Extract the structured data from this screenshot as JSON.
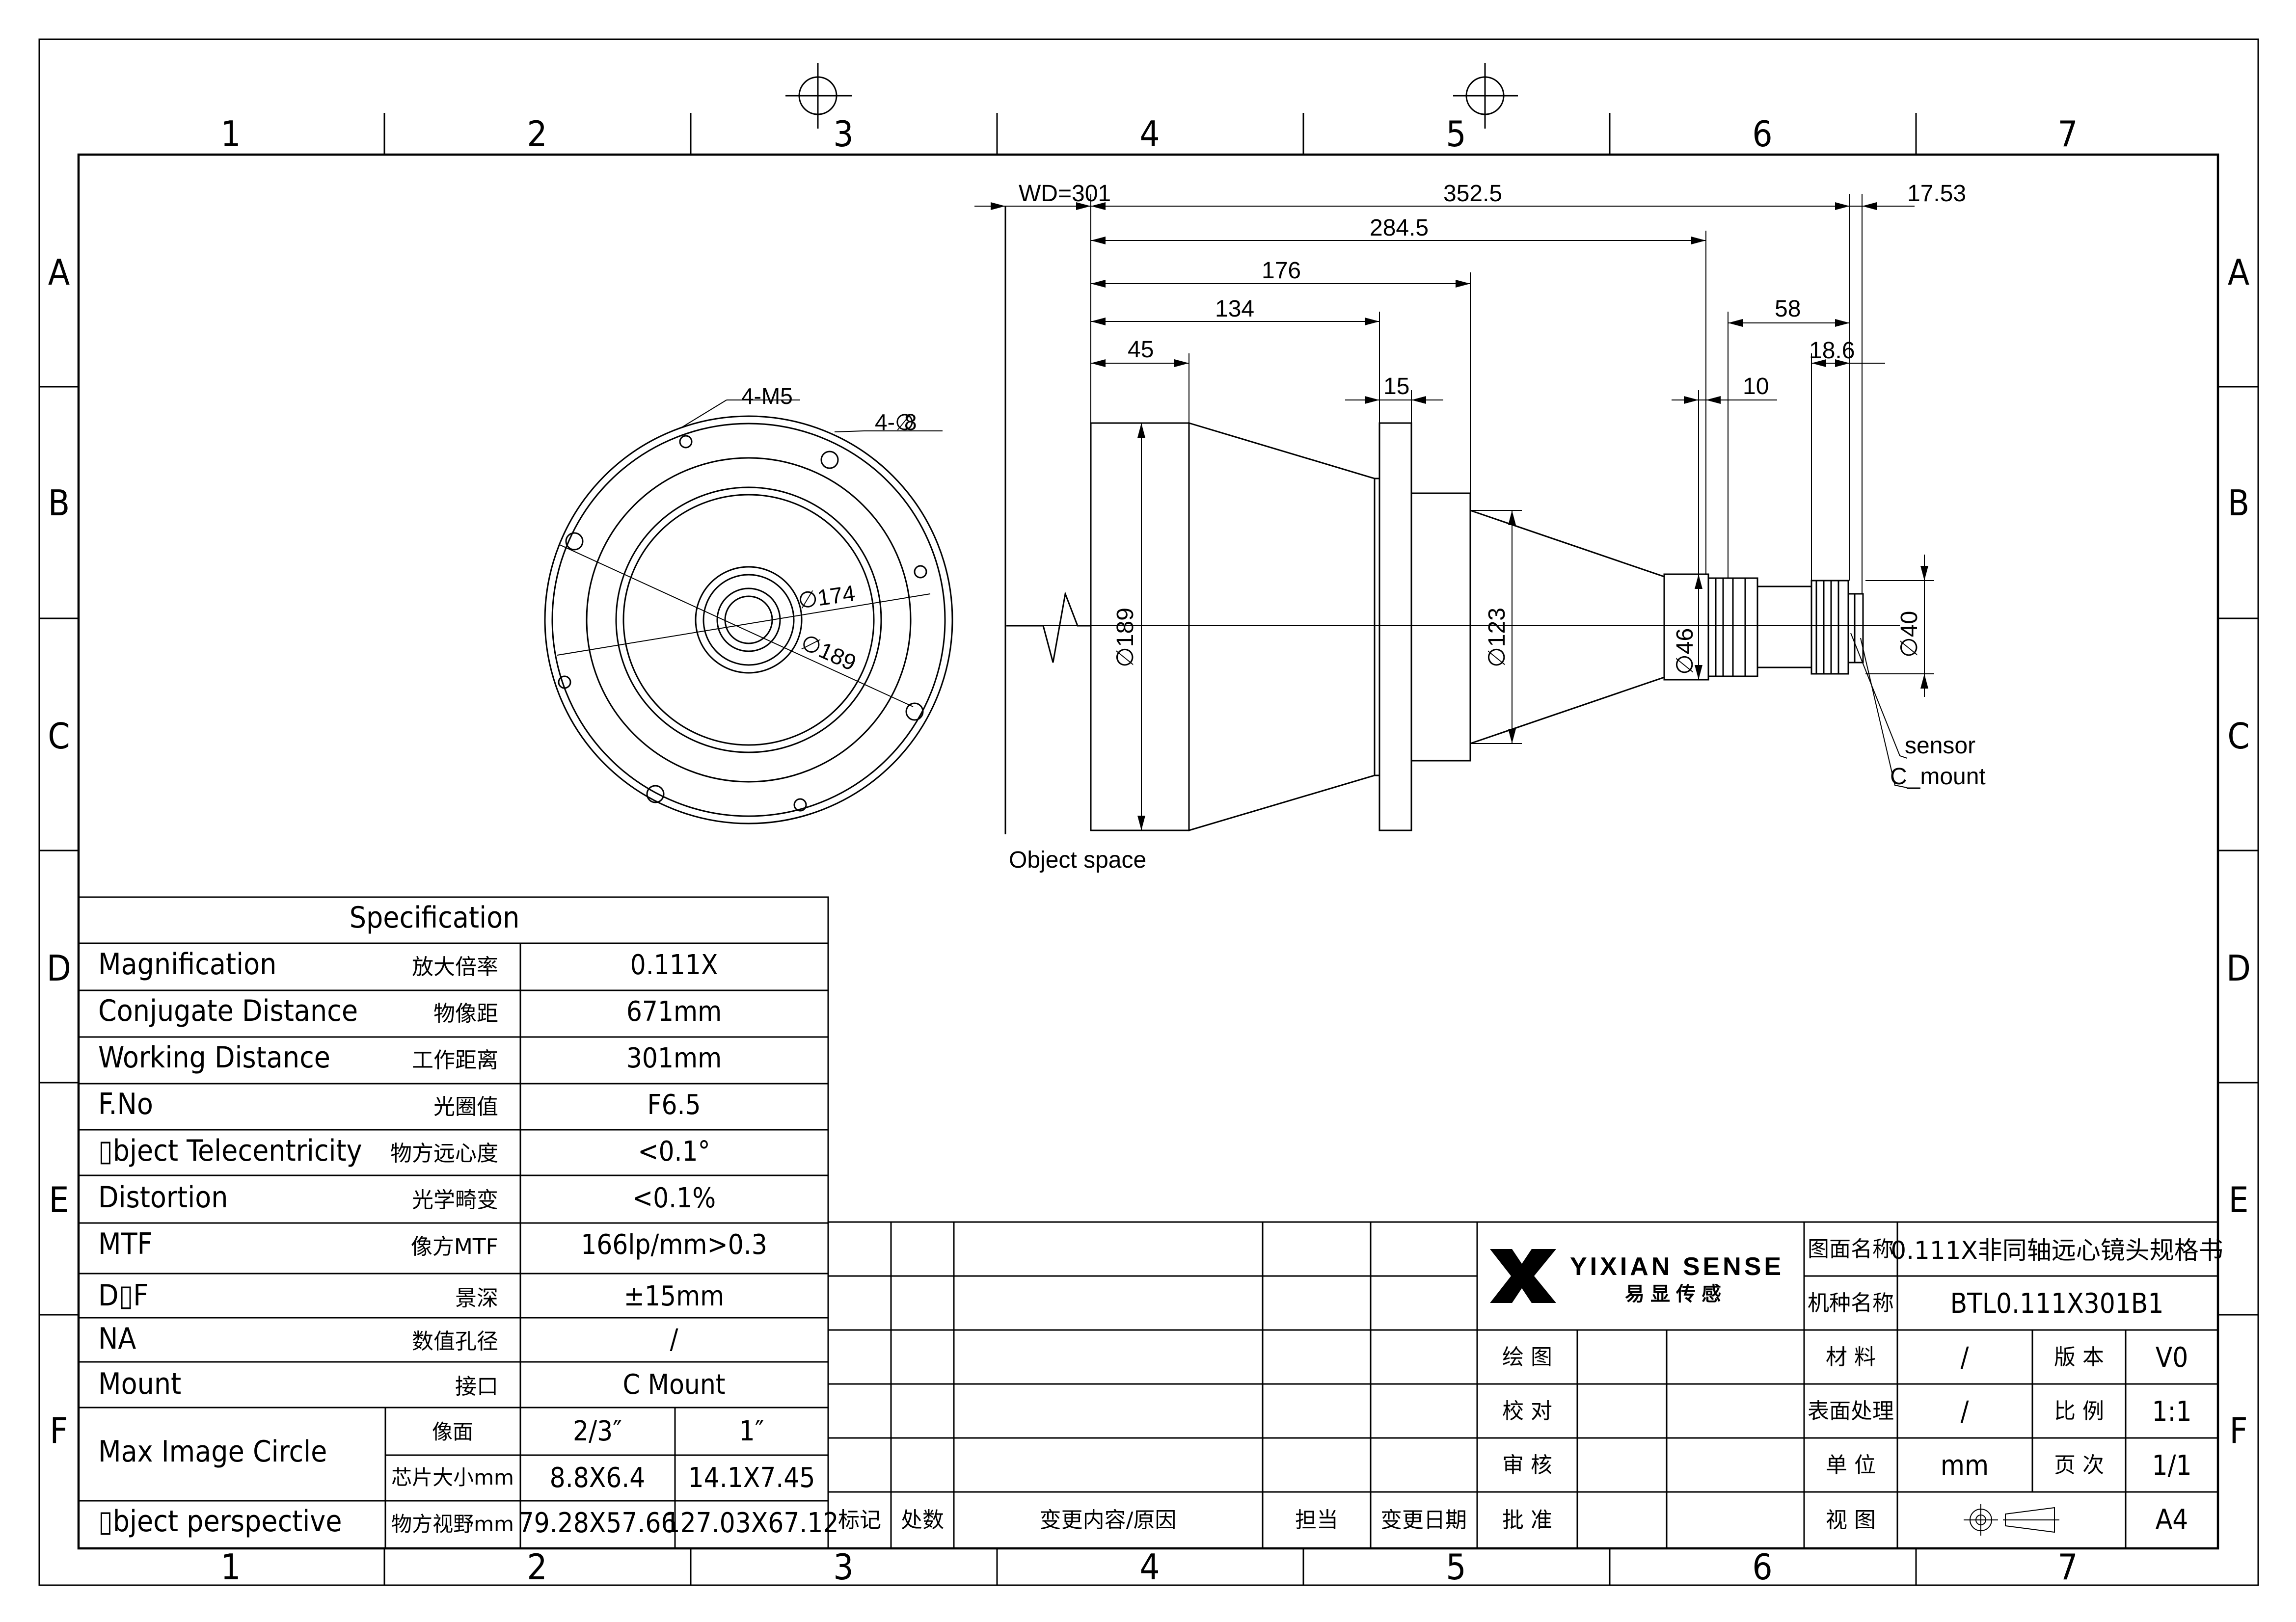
{
  "border": {
    "columns": [
      "1",
      "2",
      "3",
      "4",
      "5",
      "6",
      "7"
    ],
    "rows": [
      "A",
      "B",
      "C",
      "D",
      "E",
      "F"
    ]
  },
  "dimensions": {
    "wd": "WD=301",
    "d352": "352.5",
    "d17": "17.53",
    "d284": "284.5",
    "d176": "176",
    "d134": "134",
    "d58": "58",
    "d45": "45",
    "d18": "18.6",
    "d15": "15",
    "d10": "10",
    "m5": "4-M5",
    "holes": "4-∅",
    "holes_size": "8",
    "dia174": "∅174",
    "dia189": "∅189",
    "dia189_side": "∅189",
    "dia123": "∅123",
    "dia46": "∅46",
    "dia40": "∅40",
    "sensor": "sensor",
    "cmount": "C_mount",
    "object_space": "Object space"
  },
  "spec": {
    "title": "Specification",
    "rows": [
      {
        "en": "Magnification",
        "cn": "放大倍率",
        "val": "0.111X"
      },
      {
        "en": "Conjugate Distance",
        "cn": "物像距",
        "val": "671mm"
      },
      {
        "en": "Working Distance",
        "cn": "工作距离",
        "val": "301mm"
      },
      {
        "en": "F.No",
        "cn": "光圈值",
        "val": "F6.5"
      },
      {
        "en": "▯bject Telecentricity",
        "cn": "物方远心度",
        "val": "<0.1°"
      },
      {
        "en": "Distortion",
        "cn": "光学畸变",
        "val": "<0.1%"
      },
      {
        "en": "MTF",
        "cn": "像方MTF",
        "val": "166lp/mm>0.3"
      },
      {
        "en": "D▯F",
        "cn": "景深",
        "val": "±15mm"
      },
      {
        "en": "NA",
        "cn": "数值孔径",
        "val": "/"
      },
      {
        "en": "Mount",
        "cn": "接口",
        "val": "C Mount"
      }
    ],
    "mic_label": "Max Image Circle",
    "mic_row1_cn": "像面",
    "mic_row1_a": "2/3″",
    "mic_row1_b": "1″",
    "mic_row2_cn": "芯片大小mm",
    "mic_row2_a": "8.8X6.4",
    "mic_row2_b": "14.1X7.45",
    "op_label": "▯bject perspective",
    "op_cn": "物方视野mm",
    "op_a": "79.28X57.66",
    "op_b": "127.03X67.12"
  },
  "revision": {
    "mark": "标记",
    "count": "处数",
    "content": "变更内容/原因",
    "owner": "担当",
    "date": "变更日期"
  },
  "title_block": {
    "logo_en": "YIXIAN SENSE",
    "logo_cn": "易显传感",
    "drawing_name_label": "图面名称",
    "drawing_name": "0.111X非同轴远心镜头规格书",
    "model_label": "机种名称",
    "model": "BTL0.111X301B1",
    "draw": "绘  图",
    "check": "校  对",
    "review": "审  核",
    "approve": "批  准",
    "material_label": "材  料",
    "material": "/",
    "surface_label": "表面处理",
    "surface": "/",
    "unit_label": "单  位",
    "unit": "mm",
    "view_label": "视  图",
    "version_label": "版  本",
    "version": "V0",
    "scale_label": "比  例",
    "scale": "1:1",
    "page_label": "页  次",
    "page": "1/1",
    "size": "A4"
  }
}
